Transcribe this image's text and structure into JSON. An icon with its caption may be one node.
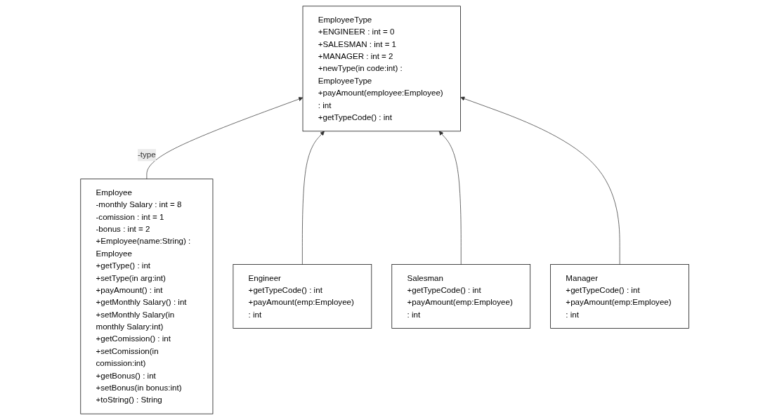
{
  "diagram": {
    "nodes": [
      {
        "text": [
          "Employee",
          "-monthly Salary : int = 8",
          "-comission : int = 1",
          "-bonus : int = 2",
          "+Employee(name:String) : Employee",
          "+getType() : int",
          "+setType(in arg:int)",
          "+payAmount() : int",
          "+getMonthly Salary() : int",
          "+setMonthly Salary(in monthly Salary:int)",
          "+getComission() : int",
          "+setComission(in comission:int)",
          "+getBonus() : int",
          "+setBonus(in bonus:int)",
          "+toString() : String"
        ]
      },
      {
        "text": [
          "EmployeeType",
          "+ENGINEER : int = 0",
          "+SALESMAN : int = 1",
          "+MANAGER : int = 2",
          "+newType(in code:int) : EmployeeType",
          "+payAmount(employee:Employee) : int",
          "+getTypeCode() : int"
        ]
      },
      {
        "text": [
          "Engineer",
          "+getTypeCode() : int",
          "+payAmount(emp:Employee) : int"
        ]
      },
      {
        "text": [
          "Salesman",
          "+getTypeCode() : int",
          "+payAmount(emp:Employee) : int"
        ]
      },
      {
        "text": [
          "Manager",
          "+getTypeCode() : int",
          "+payAmount(emp:Employee) : int"
        ]
      }
    ],
    "edges": [
      {
        "from": 0,
        "to": 1,
        "arrow": "to",
        "label": "-type"
      },
      {
        "from": 2,
        "to": 1,
        "arrow": "to"
      },
      {
        "from": 3,
        "to": 1,
        "arrow": "to"
      },
      {
        "from": 4,
        "to": 1,
        "arrow": "to"
      }
    ]
  }
}
